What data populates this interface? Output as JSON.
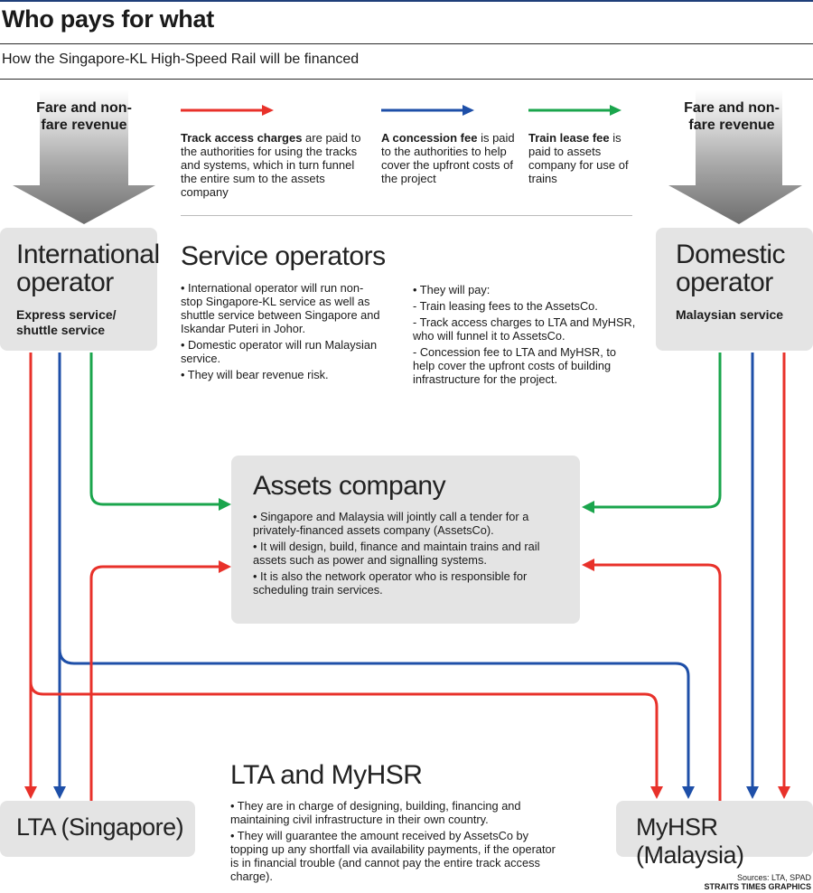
{
  "header": {
    "title": "Who pays for what",
    "subtitle": "How the Singapore-KL High-Speed Rail will be financed"
  },
  "fare_left": "Fare and non-fare revenue",
  "fare_right": "Fare and non-fare revenue",
  "legend": [
    {
      "color": "#e8312a",
      "heading": "Track access charges",
      "text": " are paid to the authorities for using the tracks and systems, which in turn funnel the entire sum to the assets company"
    },
    {
      "color": "#1e4fa8",
      "heading": "A concession fee",
      "text": " is paid to the authorities to help cover the upfront costs of the project"
    },
    {
      "color": "#1aa54c",
      "heading": "Train lease fee",
      "text": " is paid to assets company for use of trains"
    }
  ],
  "international_operator": {
    "title": "International operator",
    "subtitle": "Express service/ shuttle service"
  },
  "domestic_operator": {
    "title": "Domestic operator",
    "subtitle": "Malaysian service"
  },
  "service_operators": {
    "title": "Service operators",
    "bullets_left": [
      "• International operator will run non-stop Singapore-KL service as well as shuttle service between Singapore and Iskandar Puteri in Johor.",
      "• Domestic operator will run Malaysian service.",
      "• They will bear revenue risk."
    ],
    "bullets_right": [
      "• They will pay:",
      "- Train leasing fees to the AssetsCo.",
      "- Track access charges to LTA and MyHSR, who will funnel it to AssetsCo.",
      "- Concession fee to LTA and MyHSR, to help cover the upfront costs of building infrastructure for the project."
    ]
  },
  "assets_company": {
    "title": "Assets company",
    "bullets": [
      "• Singapore and Malaysia will jointly call a tender for a privately-financed assets company (AssetsCo).",
      "• It will design, build, finance and maintain trains and rail assets such as power and signalling systems.",
      "• It is also the network operator who is responsible for scheduling train services."
    ]
  },
  "lta_myhsr": {
    "title": "LTA and MyHSR",
    "bullets": [
      "• They are in charge of designing, building, financing and maintaining civil infrastructure in their own country.",
      "• They will guarantee the amount received by AssetsCo by topping up any shortfall via availability payments, if the operator is in financial trouble (and cannot pay the entire track access charge)."
    ]
  },
  "lta_label": "LTA (Singapore)",
  "myhsr_label": "MyHSR (Malaysia)",
  "sources": {
    "line1": "Sources: LTA, SPAD",
    "line2": "STRAITS TIMES GRAPHICS"
  },
  "colors": {
    "red": "#e8312a",
    "blue": "#1e4fa8",
    "green": "#1aa54c",
    "box_grey": "#e4e4e4"
  }
}
